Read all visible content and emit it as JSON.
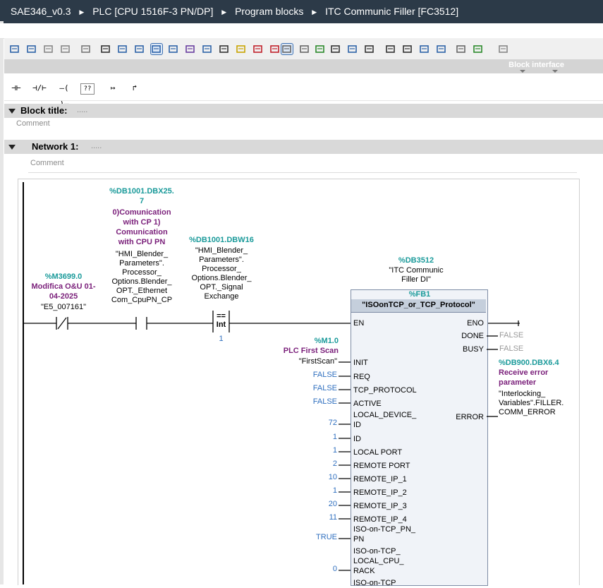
{
  "breadcrumb": [
    "SAE346_v0.3",
    "PLC [CPU 1516F-3 PN/DP]",
    "Program blocks",
    "ITC Communic Filler [FC3512]"
  ],
  "interface_label": "Block interface",
  "lad_palette": [
    "⊣⊢",
    "⊣/⊢",
    "–( )–",
    "??",
    "↦",
    "↱"
  ],
  "block_title": {
    "label": "Block title:",
    "dots": ".....",
    "comment": "Comment"
  },
  "network": {
    "label": "Network 1:",
    "dots": ".....",
    "comment": "Comment"
  },
  "contact1": {
    "address": "%M3699.0",
    "comment": "Modifica O&U 01-04-2025",
    "comment_lines": [
      "Modifica O&U 01-",
      "04-2025"
    ],
    "symbol": "\"E5_007161\""
  },
  "contact2": {
    "address": "%DB1001.DBX25.7",
    "address_lines": [
      "%DB1001.DBX25.",
      "7"
    ],
    "comment_lines": [
      "0)Comunication",
      "with CP   1)",
      "Comunication",
      "with CPU PN"
    ],
    "symbol_lines": [
      "\"HMI_Blender_",
      "Parameters\".",
      "Processor_",
      "Options.Blender_",
      "OPT._Ethernet",
      "Com_CpuPN_CP"
    ]
  },
  "compare": {
    "address": "%DB1001.DBW16",
    "symbol_lines": [
      "\"HMI_Blender_",
      "Parameters\".",
      "Processor_",
      "Options.Blender_",
      "OPT._Signal",
      "Exchange"
    ],
    "op": "==",
    "type": "Int",
    "value": "1"
  },
  "fb": {
    "instance_address": "%DB3512",
    "instance_name_lines": [
      "\"ITC Communic",
      "Filler DI\""
    ],
    "fb_number": "%FB1",
    "fb_name": "\"ISOonTCP_or_TCP_Protocol\"",
    "en": "EN",
    "eno": "ENO",
    "outputs": [
      {
        "name": "DONE",
        "value": "FALSE"
      },
      {
        "name": "BUSY",
        "value": "FALSE"
      }
    ],
    "error": {
      "name": "ERROR",
      "address": "%DB900.DBX6.4",
      "comment_lines": [
        "Receive error",
        "parameter"
      ],
      "symbol_lines": [
        "\"Interlocking_",
        "Variables\".FILLER.",
        "COMM_ERROR"
      ]
    },
    "init": {
      "address": "%M1.0",
      "comment": "PLC First Scan",
      "symbol": "\"FirstScan\"",
      "name": "INIT"
    },
    "inputs": [
      {
        "name": "REQ",
        "value": "FALSE"
      },
      {
        "name": "TCP_PROTOCOL",
        "value": "FALSE"
      },
      {
        "name": "ACTIVE",
        "value": "FALSE"
      },
      {
        "name_lines": [
          "LOCAL_DEVICE_",
          "ID"
        ],
        "value": "72"
      },
      {
        "name": "ID",
        "value": "1"
      },
      {
        "name": "LOCAL PORT",
        "value": "1"
      },
      {
        "name": "REMOTE PORT",
        "value": "2"
      },
      {
        "name": "REMOTE_IP_1",
        "value": "10"
      },
      {
        "name": "REMOTE_IP_2",
        "value": "1"
      },
      {
        "name": "REMOTE_IP_3",
        "value": "20"
      },
      {
        "name": "REMOTE_IP_4",
        "value": "11"
      },
      {
        "name_lines": [
          "ISO-on-TCP_PN_",
          "PN"
        ],
        "value": "TRUE"
      },
      {
        "name_lines": [
          "ISO-on-TCP_",
          "LOCAL_CPU_",
          "RACK"
        ],
        "value": "0"
      },
      {
        "name_lines": [
          "ISO-on-TCP"
        ],
        "value": ""
      }
    ]
  }
}
